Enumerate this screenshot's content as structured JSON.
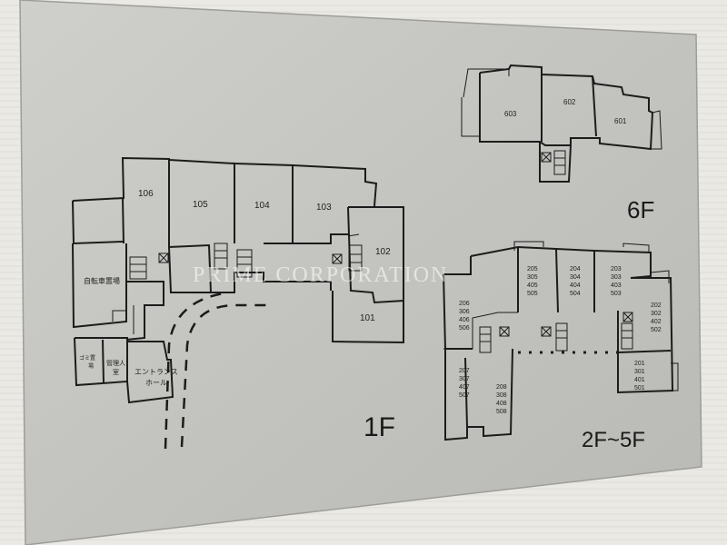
{
  "floor_labels": {
    "first": "1F",
    "sixth": "6F",
    "second_to_fifth": "2F~5F"
  },
  "watermark": "PRIME CORPORATION",
  "first_floor": {
    "rooms": [
      "106",
      "105",
      "104",
      "103",
      "102",
      "101"
    ],
    "bicycle_parking": "自転車置場",
    "trash_room": [
      "ゴミ置",
      "場"
    ],
    "manager_room": [
      "管理人",
      "室"
    ],
    "entrance_hall": [
      "エントランス",
      "ホール"
    ]
  },
  "sixth_floor": {
    "rooms": [
      "603",
      "602",
      "601"
    ]
  },
  "typical_floor": {
    "stacks": [
      [
        "205",
        "305",
        "405",
        "505"
      ],
      [
        "204",
        "304",
        "404",
        "504"
      ],
      [
        "203",
        "303",
        "403",
        "503"
      ],
      [
        "206",
        "306",
        "406",
        "506"
      ],
      [
        "202",
        "302",
        "402",
        "502"
      ],
      [
        "207",
        "307",
        "407",
        "507"
      ],
      [
        "208",
        "308",
        "408",
        "508"
      ],
      [
        "201",
        "301",
        "401",
        "501"
      ]
    ]
  },
  "colors": {
    "plate": "#c6c6c2",
    "wall": "#e9e7e2",
    "line": "#1c1c1c"
  }
}
